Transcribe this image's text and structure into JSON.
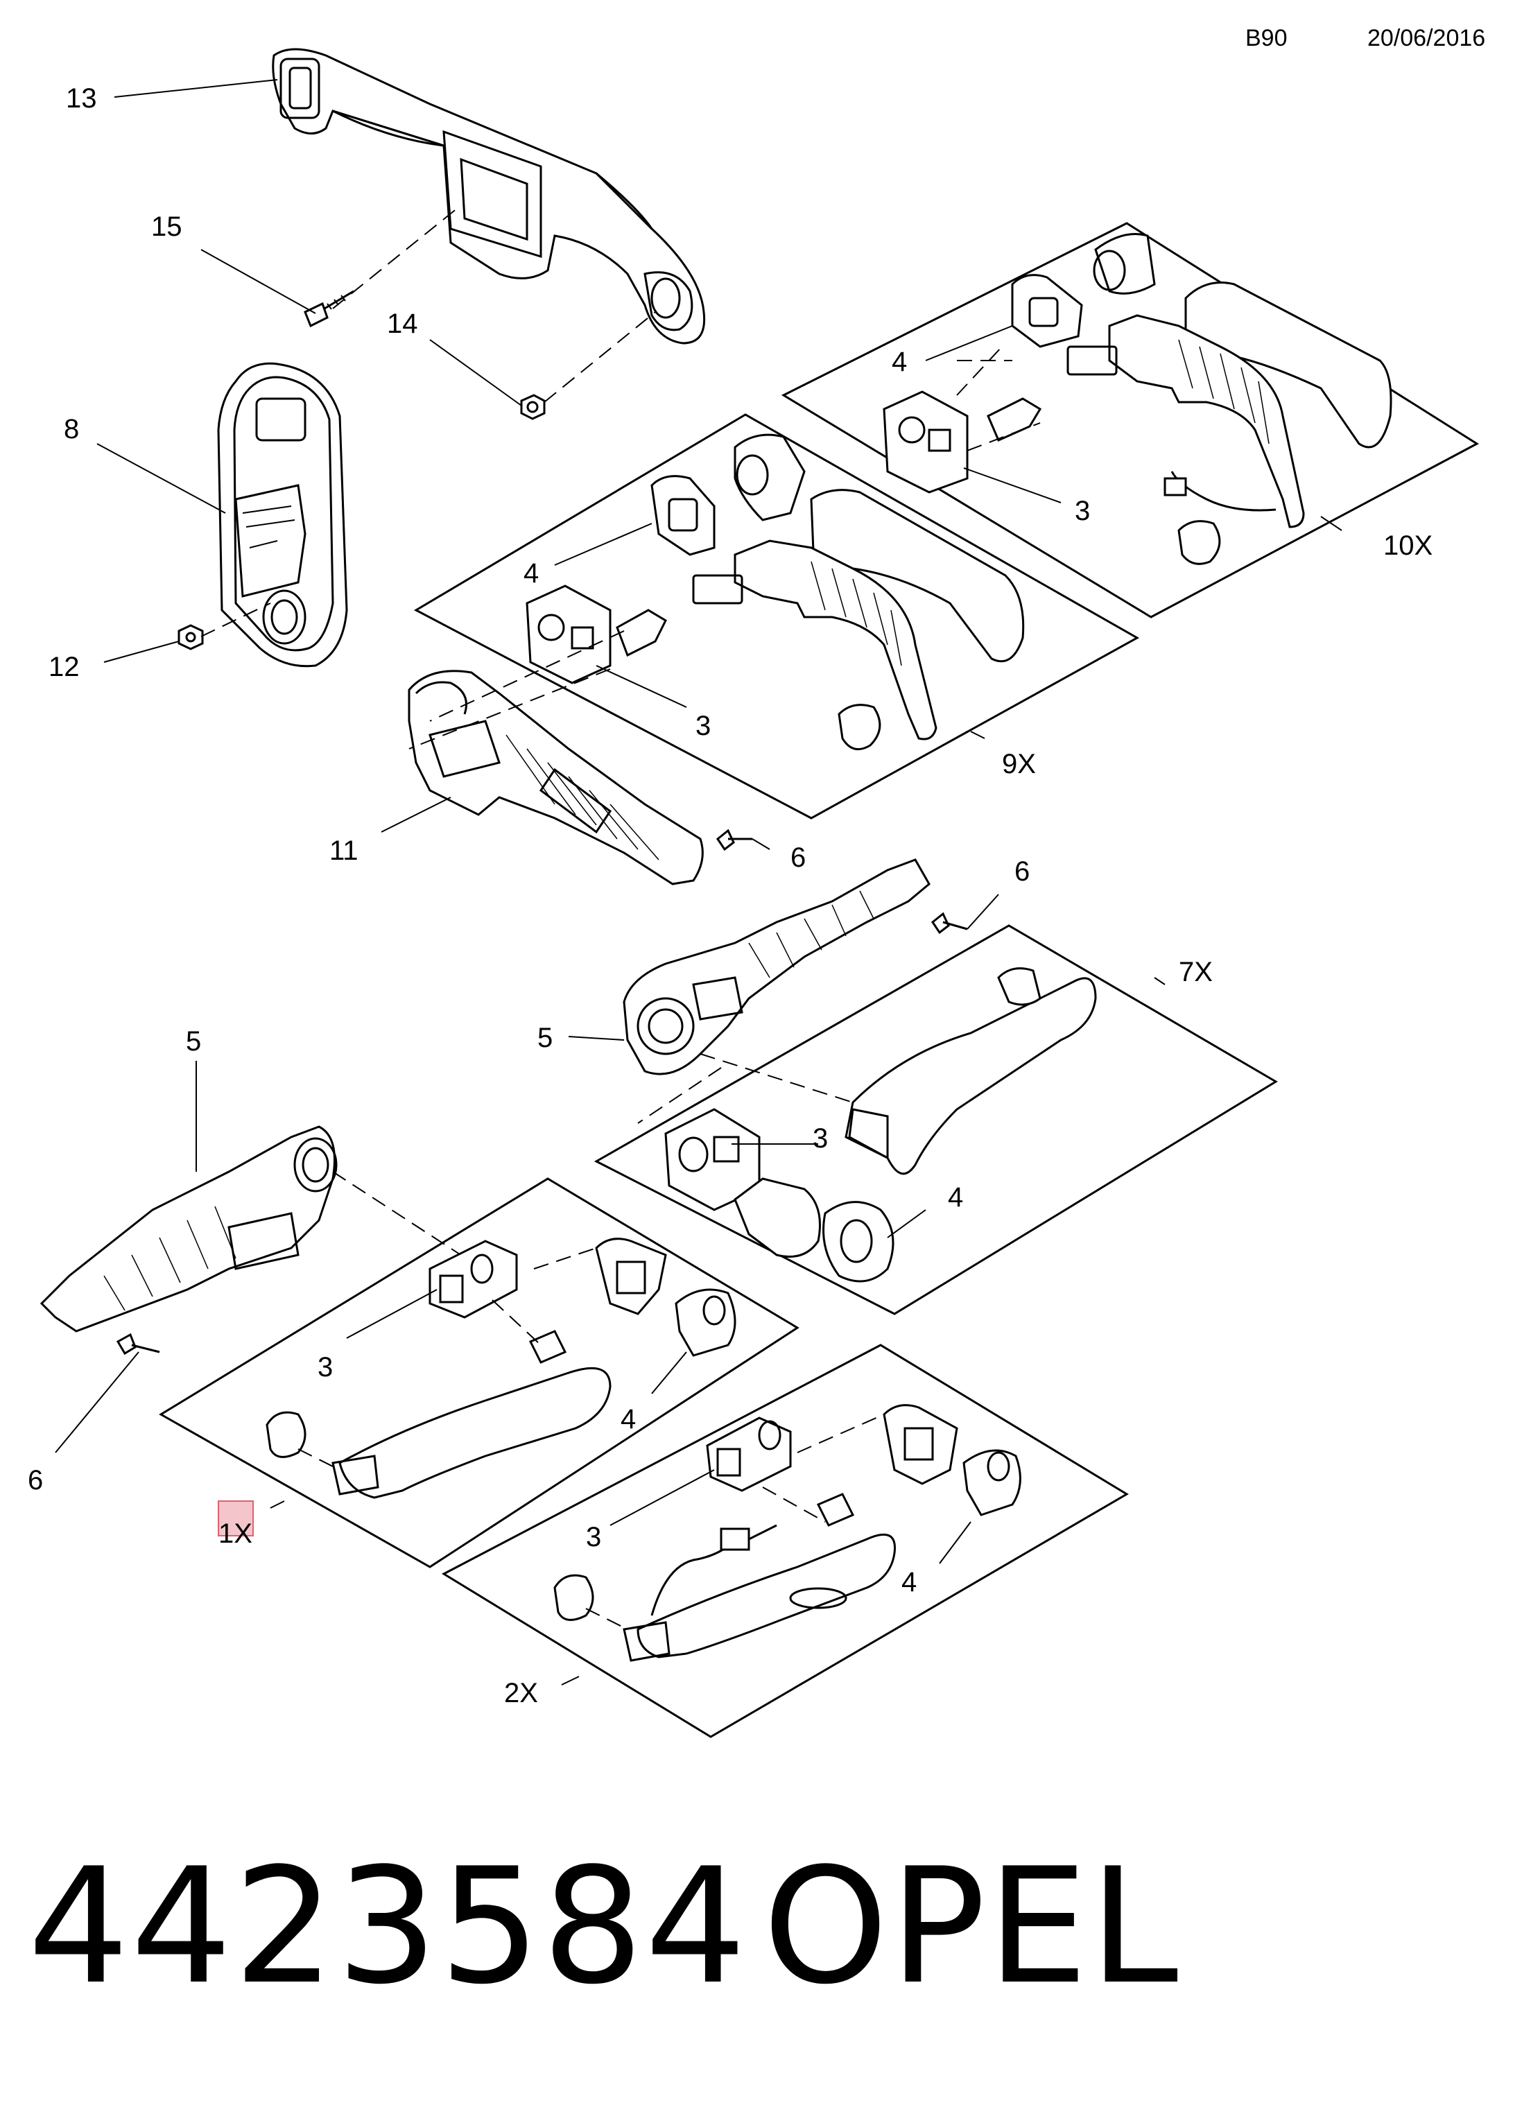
{
  "header": {
    "code": "B90",
    "date": "20/06/2016"
  },
  "footer": {
    "part_number": "4423584",
    "brand": "OPEL"
  },
  "callouts": {
    "c13": "13",
    "c15": "15",
    "c14": "14",
    "c8": "8",
    "c12": "12",
    "c4_10x": "4",
    "c3_10x": "3",
    "qty_10x": "10X",
    "c4_9x": "4",
    "c3_9x": "3",
    "qty_9x": "9X",
    "c11": "11",
    "c6_a": "6",
    "c6_b": "6",
    "c5_a": "5",
    "c5_b": "5",
    "qty_7x": "7X",
    "c3_7x": "3",
    "c4_7x": "4",
    "c3_1x": "3",
    "c4_1x": "4",
    "c6_c": "6",
    "qty_1x": "1X",
    "c3_2x": "3",
    "c4_2x": "4",
    "qty_2x": "2X"
  }
}
